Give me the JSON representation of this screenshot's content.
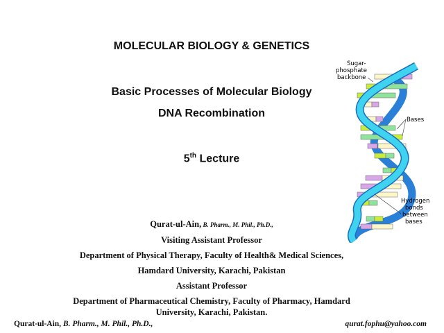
{
  "slide": {
    "title": "MOLECULAR BIOLOGY & GENETICS",
    "subtitle_1": "Basic Processes of Molecular Biology",
    "subtitle_2": "DNA Recombination",
    "lecture_number": "5",
    "lecture_suffix": "th",
    "lecture_word": " Lecture"
  },
  "author": {
    "name": "Qurat-ul-Ain,",
    "credentials": " B. Pharm., M. Phil., Ph.D.,",
    "position_1": "Visiting Assistant Professor",
    "department_1": "Department of Physical Therapy, Faculty of Health& Medical Sciences,",
    "university_1": "Hamdard University, Karachi, Pakistan",
    "position_2": "Assistant Professor",
    "department_2": "Department of  Pharmaceutical Chemistry, Faculty of Pharmacy, Hamdard",
    "university_2": "University, Karachi, Pakistan."
  },
  "footer": {
    "left_name": "Qurat-ul-Ain,",
    "left_credentials": " B. Pharm., M. Phil., Ph.D.,",
    "right_email": "qurat.fophu@yahoo.com"
  },
  "dna_figure": {
    "label_backbone": [
      "Sugar-",
      "phosphate",
      "backbone"
    ],
    "label_bases": "Bases",
    "label_hbonds": [
      "Hydrogen",
      "bonds",
      "between",
      "bases"
    ],
    "colors": {
      "strand_light": "#3fd3f0",
      "strand_dark": "#2a7fd6",
      "base_A": "#fdf6c8",
      "base_T": "#d9a6e8",
      "base_C": "#c8ee3a",
      "base_G": "#8fe39a"
    }
  }
}
